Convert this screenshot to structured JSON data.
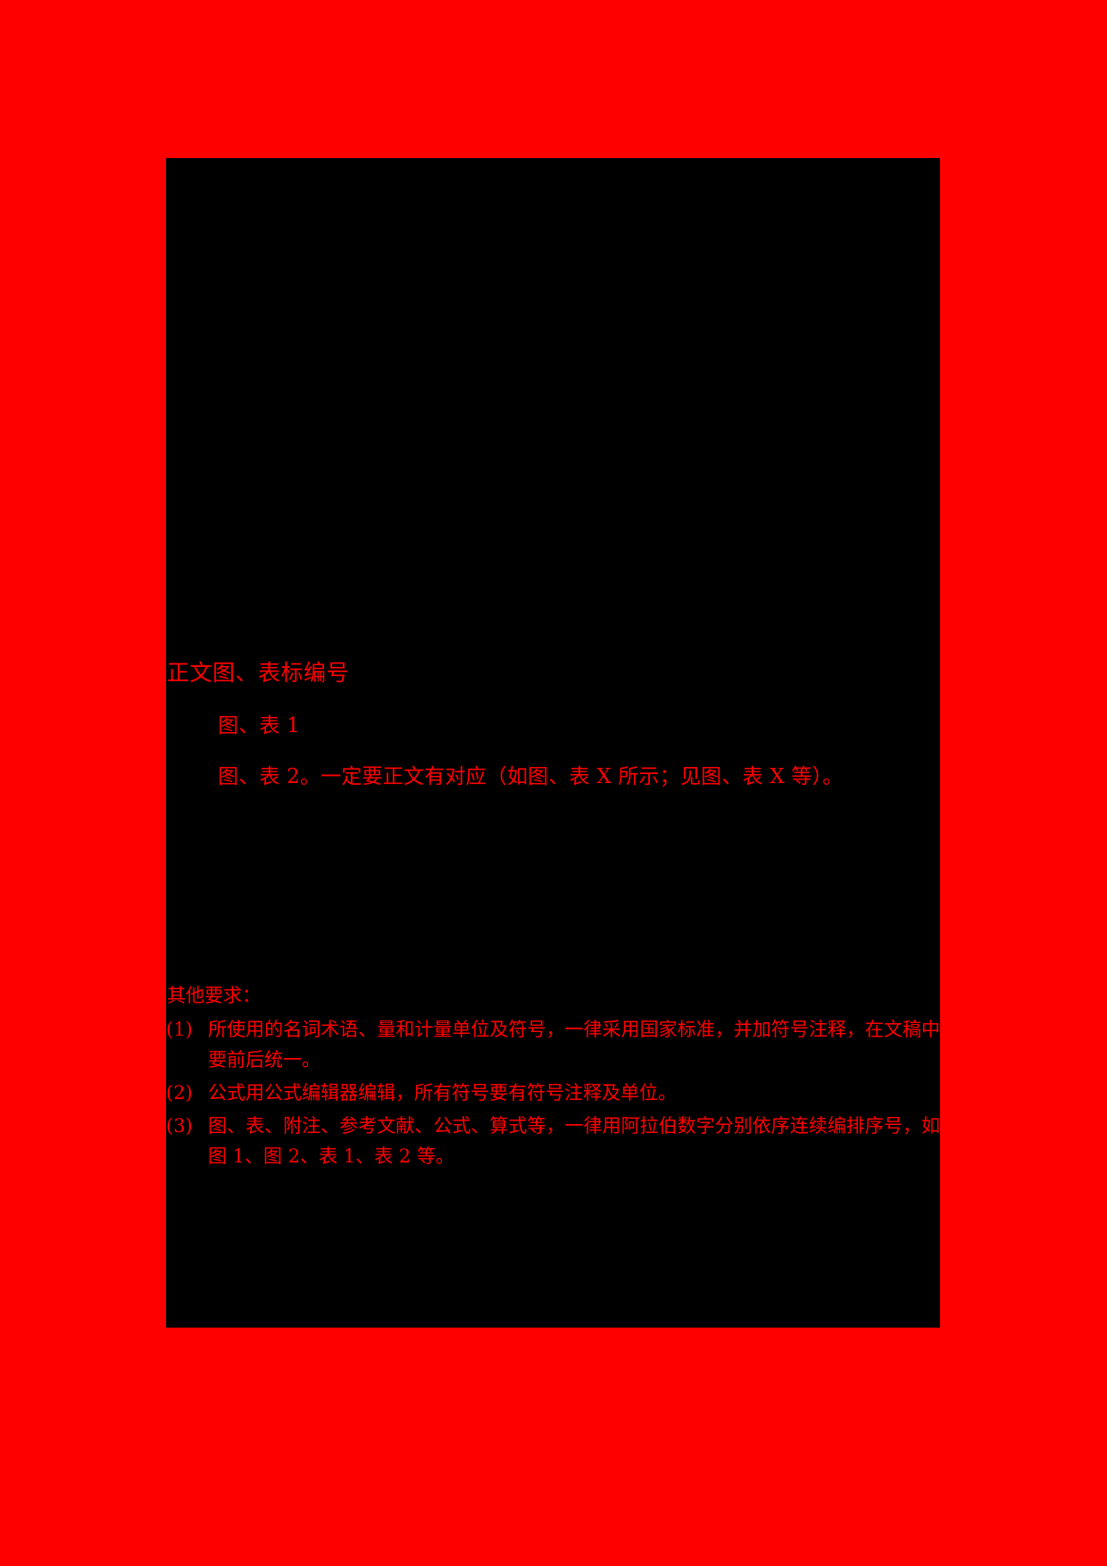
{
  "page": {
    "background_color": "#ff0000",
    "sheet_color": "#000000",
    "text_color": "#ff0000"
  },
  "document": {
    "section_heading": "正文图、表标编号",
    "figure_table_entries": [
      "图、表 1",
      "图、表 2。一定要正文有对应（如图、表 X 所示；见图、表 X 等）。"
    ],
    "requirements": {
      "label": "其他要求：",
      "items": [
        {
          "marker": "(1)",
          "text": "所使用的名词术语、量和计量单位及符号，一律采用国家标准，并加符号注释，在文稿中要前后统一。"
        },
        {
          "marker": "(2)",
          "text": "公式用公式编辑器编辑，所有符号要有符号注释及单位。"
        },
        {
          "marker": "(3)",
          "text": "图、表、附注、参考文献、公式、算式等，一律用阿拉伯数字分别依序连续编排序号，如图 1、图 2、表 1、表 2 等。"
        }
      ]
    }
  }
}
